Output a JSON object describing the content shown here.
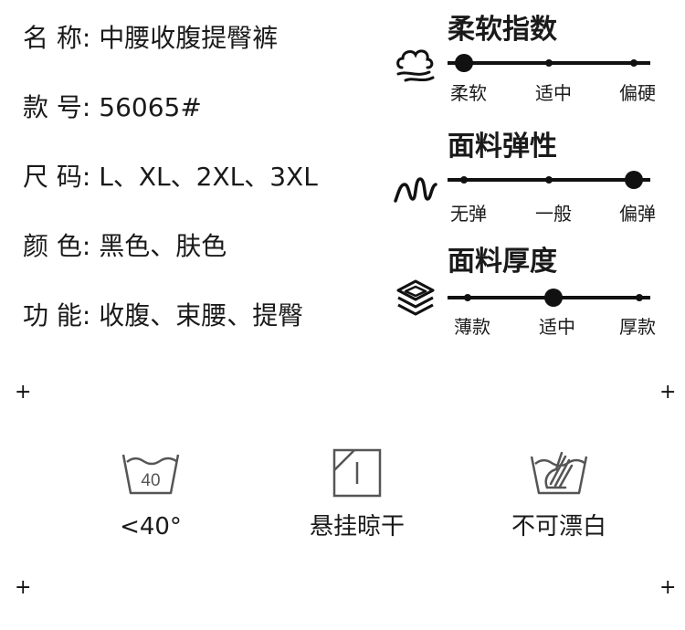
{
  "specs": [
    {
      "label": "名 称:",
      "value": "中腰收腹提臀裤"
    },
    {
      "label": "款 号:",
      "value": "56065#"
    },
    {
      "label": "尺 码:",
      "value": "L、XL、2XL、3XL"
    },
    {
      "label": "颜 色:",
      "value": "黑色、肤色"
    },
    {
      "label": "功 能:",
      "value": "收腹、束腰、提臀"
    }
  ],
  "scales": [
    {
      "title": "柔软指数",
      "icon": "cloud-icon",
      "stops": [
        "柔软",
        "适中",
        "偏硬"
      ],
      "selected_index": 0
    },
    {
      "title": "面料弹性",
      "icon": "wave-icon",
      "stops": [
        "无弹",
        "一般",
        "偏弹"
      ],
      "selected_index": 2
    },
    {
      "title": "面料厚度",
      "icon": "layers-icon",
      "stops": [
        "薄款",
        "适中",
        "厚款"
      ],
      "selected_index": 1
    }
  ],
  "care": [
    {
      "icon": "wash-tub-icon",
      "symbol_text": "40",
      "label": "<40°"
    },
    {
      "icon": "hang-dry-icon",
      "symbol_text": "",
      "label": "悬挂晾干"
    },
    {
      "icon": "no-bleach-icon",
      "symbol_text": "",
      "label": "不可漂白"
    }
  ],
  "plus_mark": "+"
}
